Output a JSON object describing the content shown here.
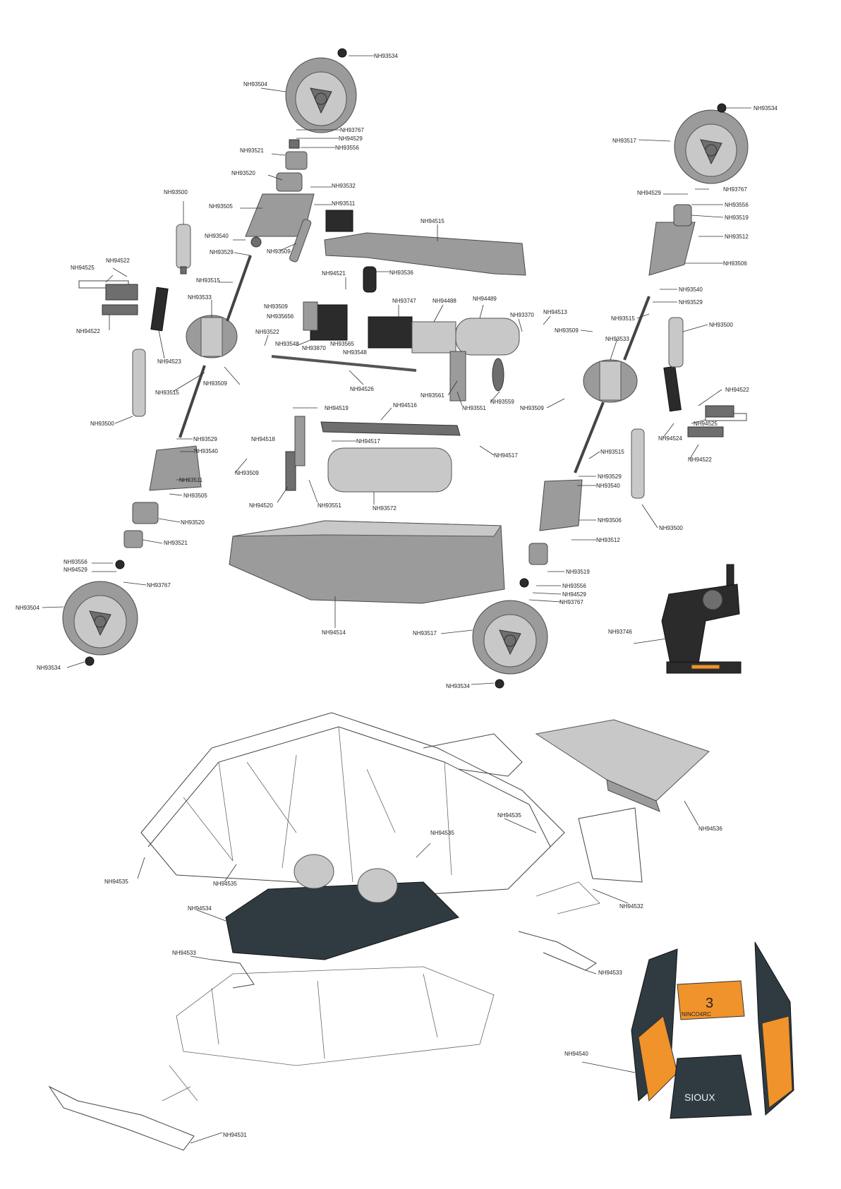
{
  "colors": {
    "part_gray": "#9b9b9b",
    "part_dark": "#2b2b2b",
    "body_orange": "#f0932b",
    "label_text": "#222222"
  },
  "labels": {
    "nh93534_top": "NH93534",
    "nh93504_top": "NH93504",
    "nh93767_top": "NH93767",
    "nh94529_top": "NH94529",
    "nh93556_top": "NH93556",
    "nh93521_top": "NH93521",
    "nh93520_top": "NH93520",
    "nh93532_top": "NH93532",
    "nh93500_topleft": "NH93500",
    "nh93505_top": "NH93505",
    "nh93511_top": "NH93511",
    "nh94515": "NH94515",
    "nh93540_top": "NH93540",
    "nh93529_top": "NH93529",
    "nh93509_top": "NH93509",
    "nh94525_left": "NH94525",
    "nh94522_left_top": "NH94522",
    "nh93515_left": "NH93515",
    "nh93533_left": "NH93533",
    "nh94521": "NH94521",
    "nh93536": "NH93536",
    "nh93509_mid": "NH93509",
    "nh935656": "NH935656",
    "nh93747": "NH93747",
    "nh94488": "NH94488",
    "nh94489": "NH94489",
    "nh93370": "NH93370",
    "nh94513": "NH94513",
    "nh94522_left_bottom": "NH94522",
    "nh93522": "NH93522",
    "nh93548_a": "NH93548",
    "nh93870": "NH93870",
    "nh93565": "NH93565",
    "nh93548_b": "NH93548",
    "nh94523": "NH94523",
    "nh94526": "NH94526",
    "nh93515_left_low": "NH93515",
    "nh93509_low": "NH93509",
    "nh94519": "NH94519",
    "nh94516": "NH94516",
    "nh93561": "NH93561",
    "nh93551_mid": "NH93551",
    "nh93559": "NH93559",
    "nh93500_left": "NH93500",
    "nh93529_low": "NH93529",
    "nh94518": "NH94518",
    "nh94517_a": "NH94517",
    "nh94517_b": "NH94517",
    "nh93540_low": "NH93540",
    "nh93511_low": "NH93511",
    "nh93509_low2": "NH93509",
    "nh93505_low": "NH93505",
    "nh94520": "NH94520",
    "nh93551_low": "NH93551",
    "nh93572": "NH93572",
    "nh93520_low": "NH93520",
    "nh93521_low": "NH93521",
    "nh93556_low": "NH93556",
    "nh94529_low": "NH94529",
    "nh93767_low": "NH93767",
    "nh93504_low": "NH93504",
    "nh94514": "NH94514",
    "nh93534_low": "NH93534",
    "nh93517_low": "NH93517",
    "nh93534_bottom": "NH93534",
    "nh93534_right": "NH93534",
    "nh93517_right": "NH93517",
    "nh94529_right": "NH94529",
    "nh93767_right": "NH93767",
    "nh93556_right": "NH93556",
    "nh93519_right": "NH93519",
    "nh93512_right": "NH93512",
    "nh93506_right": "NH93506",
    "nh93540_right": "NH93540",
    "nh93529_right": "NH93529",
    "nh93515_right": "NH93515",
    "nh93500_right": "NH93500",
    "nh93509_right": "NH93509",
    "nh93533_right": "NH93533",
    "nh94522_right": "NH94522",
    "nh93509_right_low": "NH93509",
    "nh94525_right": "NH94525",
    "nh94524": "NH94524",
    "nh94522_right_low": "NH94522",
    "nh93515_right_low": "NH93515",
    "nh93529_right_low": "NH93529",
    "nh93540_right_low": "NH93540",
    "nh93506_right_low": "NH93506",
    "nh93500_right_low": "NH93500",
    "nh93512_right_low": "NH93512",
    "nh93519_right_low": "NH93519",
    "nh93556_right_low": "NH93556",
    "nh94529_right_low": "NH94529",
    "nh93767_right_low": "NH93767",
    "nh93746": "NH93746",
    "nh94535_a": "NH94535",
    "nh94536": "NH94536",
    "nh94535_b": "NH94535",
    "nh94535_c": "NH94535",
    "nh94535_d": "NH94535",
    "nh94534": "NH94534",
    "nh94532": "NH94532",
    "nh94533_left": "NH94533",
    "nh94533_right": "NH94533",
    "nh94540": "NH94540",
    "nh94531": "NH94531"
  },
  "decals": {
    "roof_number": "3",
    "roof_brand": "NINCO4RC",
    "side_text": "SIOUX"
  }
}
